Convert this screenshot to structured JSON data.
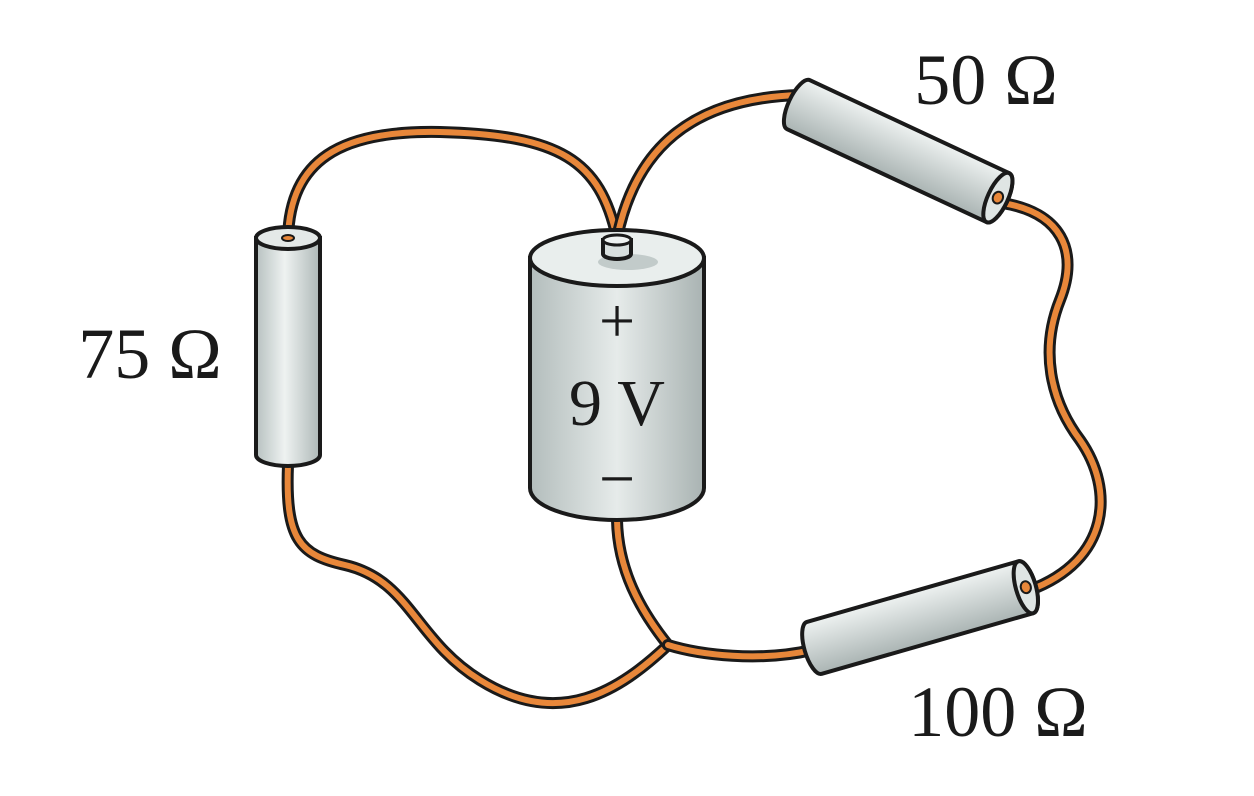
{
  "colors": {
    "wire": "#e8873a",
    "outline": "#1a1a1a",
    "component_body": "#c9d2d1",
    "component_highlight": "#eef2f1",
    "background": "#ffffff"
  },
  "battery": {
    "voltage_label": "9 V",
    "positive_symbol": "+",
    "negative_symbol": "−"
  },
  "resistors": [
    {
      "id": "r75",
      "label": "75 Ω"
    },
    {
      "id": "r50",
      "label": "50 Ω"
    },
    {
      "id": "r100",
      "label": "100 Ω"
    }
  ]
}
